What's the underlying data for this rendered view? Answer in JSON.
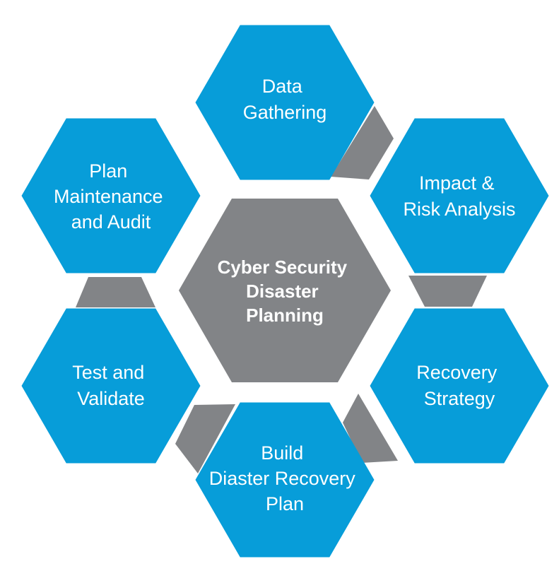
{
  "diagram": {
    "type": "hexagon-cycle",
    "center": {
      "id": "cyber-security-disaster-planning",
      "lines": [
        "Cyber Security",
        "Disaster",
        "Planning"
      ]
    },
    "nodes": [
      {
        "id": "data-gathering",
        "lines": [
          "Data",
          "Gathering"
        ]
      },
      {
        "id": "impact-risk-analysis",
        "lines": [
          "Impact &",
          "Risk Analysis"
        ]
      },
      {
        "id": "recovery-strategy",
        "lines": [
          "Recovery",
          "Strategy"
        ]
      },
      {
        "id": "build-disaster-recovery-plan",
        "lines": [
          "Build",
          "Diaster Recovery",
          "Plan"
        ]
      },
      {
        "id": "test-and-validate",
        "lines": [
          "Test and",
          "Validate"
        ]
      },
      {
        "id": "plan-maintenance-and-audit",
        "lines": [
          "Plan",
          "Maintenance",
          "and Audit"
        ]
      }
    ],
    "colors": {
      "node_fill": "#079DD9",
      "center_fill": "#828487",
      "connector_fill": "#828487",
      "text": "#FFFFFF",
      "background": "#FFFFFF"
    }
  }
}
